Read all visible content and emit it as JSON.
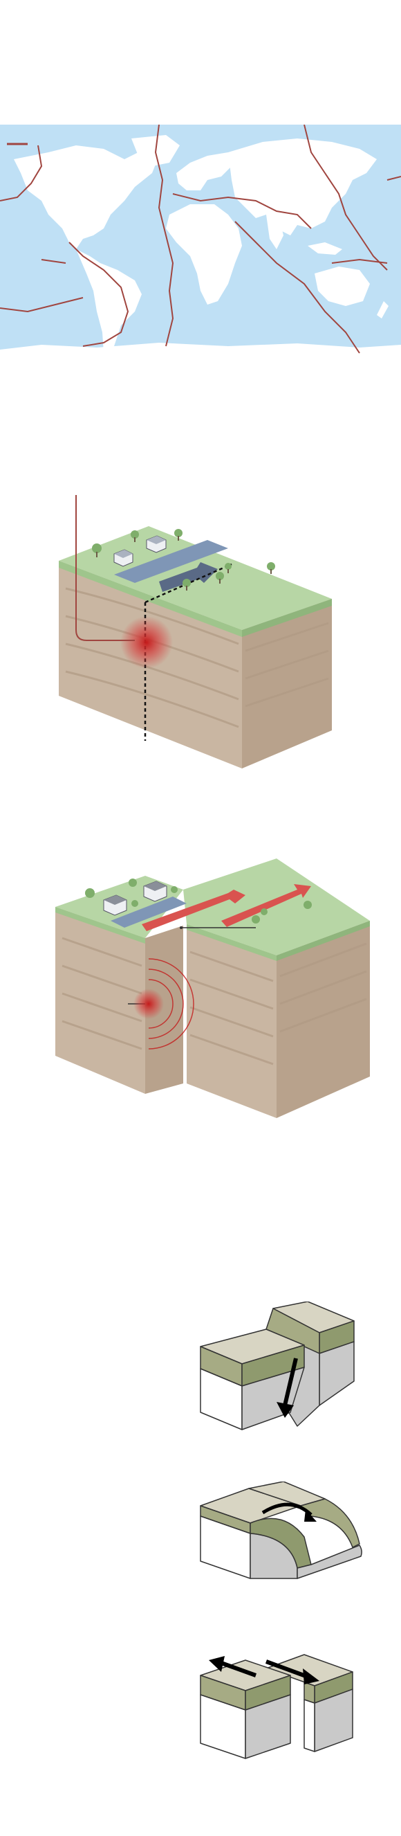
{
  "colors": {
    "ocean": "#bfe0f5",
    "land": "#ffffff",
    "plate_boundary": "#a0453f",
    "grass": "#b7d6a5",
    "grass_dark": "#9fc58c",
    "soil_front": "#c9b6a2",
    "soil_side": "#b8a28c",
    "road": "#7f96b6",
    "epicenter": "#c41b1b",
    "arrow_red": "#d9534f",
    "arrow_dark": "#5a6a86",
    "block_top": "#d8d5c3",
    "block_band": "#a6ab84",
    "block_band_side": "#8f9a6e",
    "block_front": "#ffffff",
    "block_side": "#c9c9c9",
    "outline": "#333333"
  },
  "icons": {
    "world_map": "world-map-icon",
    "house": "house-icon",
    "tree": "tree-icon",
    "epicenter": "epicenter-icon",
    "arrow": "arrow-icon"
  },
  "sections": [
    {
      "id": "plate-map"
    },
    {
      "id": "thrust-block"
    },
    {
      "id": "strike-slip-block"
    },
    {
      "id": "normal-fault"
    },
    {
      "id": "fold"
    },
    {
      "id": "strike-slip-fault"
    }
  ]
}
